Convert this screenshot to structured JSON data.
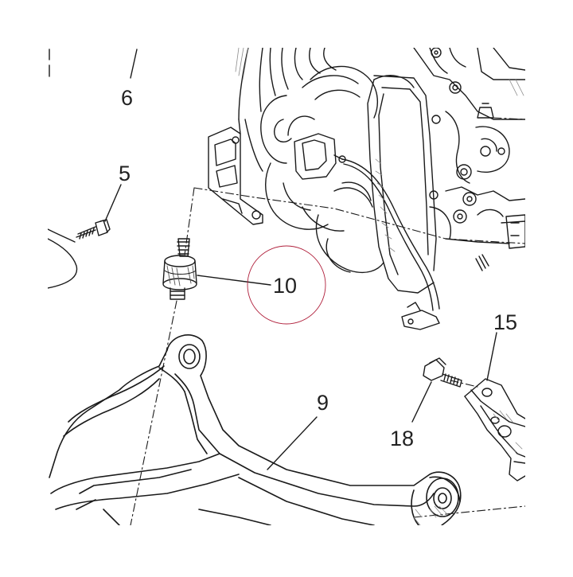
{
  "diagram": {
    "callouts": [
      {
        "id": "6",
        "label": "6"
      },
      {
        "id": "5",
        "label": "5"
      },
      {
        "id": "10",
        "label": "10"
      },
      {
        "id": "15",
        "label": "15"
      },
      {
        "id": "9",
        "label": "9"
      },
      {
        "id": "18",
        "label": "18"
      }
    ],
    "colors": {
      "line": "#1a1a1a",
      "hatch": "#8a8a8a",
      "highlight_circle": "#b0203c",
      "background": "#ffffff"
    }
  }
}
